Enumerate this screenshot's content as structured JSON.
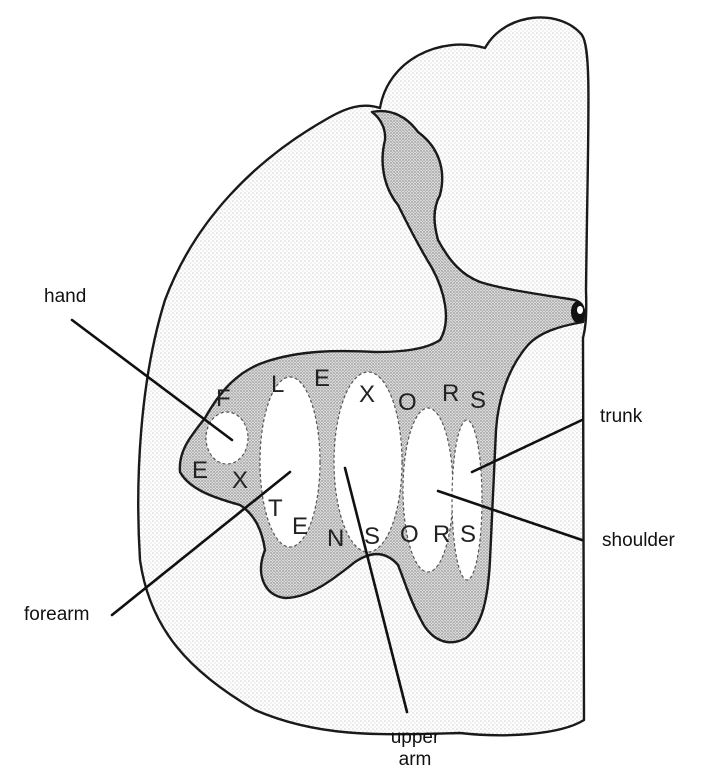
{
  "labels": {
    "hand": "hand",
    "forearm": "forearm",
    "upper_arm_line1": "upper",
    "upper_arm_line2": "arm",
    "trunk": "trunk",
    "shoulder": "shoulder"
  },
  "zone_words": {
    "flexors": [
      "F",
      "L",
      "E",
      "X",
      "O",
      "R",
      "S"
    ],
    "extensors": [
      "E",
      "X",
      "T",
      "E",
      "N",
      "S",
      "O",
      "R",
      "S"
    ]
  },
  "colors": {
    "background": "#ffffff",
    "outline": "#1a1a1a",
    "light_stipple": "#ececec",
    "gray_matter_stipple": "#cfcfcf",
    "text": "#111111"
  }
}
